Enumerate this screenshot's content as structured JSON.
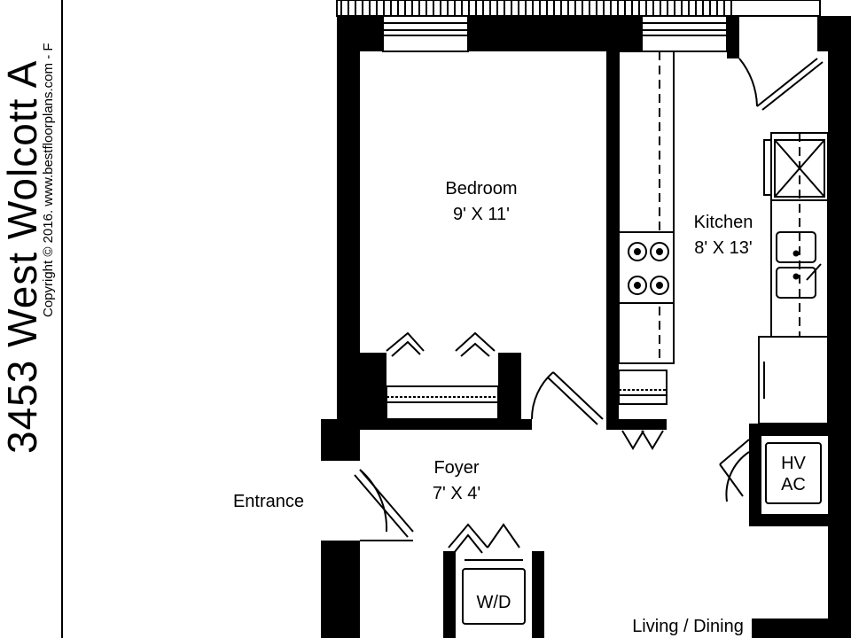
{
  "side_title": {
    "address": "3453 West Wolcott A",
    "copyright": "Copyright © 2016. www.bestfloorplans.com - F"
  },
  "rooms": {
    "bedroom": {
      "name": "Bedroom",
      "size": "9' X 11'"
    },
    "kitchen": {
      "name": "Kitchen",
      "size": "8' X 13'"
    },
    "foyer": {
      "name": "Foyer",
      "size": "7' X 4'"
    },
    "entrance": {
      "name": "Entrance"
    },
    "living_dining": {
      "name": "Living / Dining"
    }
  },
  "fixtures": {
    "hvac_line1": "HV",
    "hvac_line2": "AC",
    "washer_dryer": "W/D"
  }
}
